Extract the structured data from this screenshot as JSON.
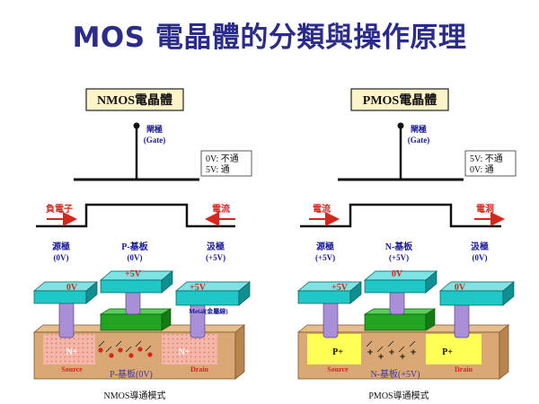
{
  "title": "MOS 電晶體的分類與操作原理",
  "colors": {
    "title": "#2b2b8c",
    "label_blue": "#1a1a99",
    "red": "#d9261c",
    "contact_top": "#1fc7c7",
    "contact_side": "#0f8f8f",
    "via": "#a98fd6",
    "gate": "#22a322",
    "substrate": "#d9a874",
    "n_region": "#f4b6a8",
    "p_region": "#ffff55"
  },
  "nmos": {
    "header": "NMOS電晶體",
    "gate_label": "閘極",
    "gate_label_en": "(Gate)",
    "note_line1": "0V: 不通",
    "note_line2": "5V: 通",
    "left_arrow_label": "負電子",
    "right_arrow_label": "電流",
    "source_label": "源極",
    "source_voltage": "(0V)",
    "body_label": "P-基板",
    "body_voltage": "(0V)",
    "drain_label": "汲極",
    "drain_voltage": "(+5V)",
    "gate_v": "+5V",
    "source_v": "0V",
    "drain_v": "+5V",
    "metal_label": "Metal(金屬線)",
    "region_left": "N+",
    "region_right": "N+",
    "source_text": "Source",
    "drain_text": "Drain",
    "substrate_label": "P-基板(0V)",
    "caption": "NMOS導通模式"
  },
  "pmos": {
    "header": "PMOS電晶體",
    "gate_label": "閘極",
    "gate_label_en": "(Gate)",
    "note_line1": "5V: 不通",
    "note_line2": "0V: 通",
    "left_arrow_label": "電流",
    "right_arrow_label": "電洞",
    "source_label": "源極",
    "source_voltage": "(+5V)",
    "body_label": "N-基板",
    "body_voltage": "(+5V)",
    "drain_label": "汲極",
    "drain_voltage": "(0V)",
    "gate_v": "0V",
    "source_v": "+5V",
    "drain_v": "0V",
    "region_left": "P+",
    "region_right": "P+",
    "source_text": "Source",
    "drain_text": "Drain",
    "substrate_label": "N-基板(+5V)",
    "caption": "PMOS導通模式"
  }
}
